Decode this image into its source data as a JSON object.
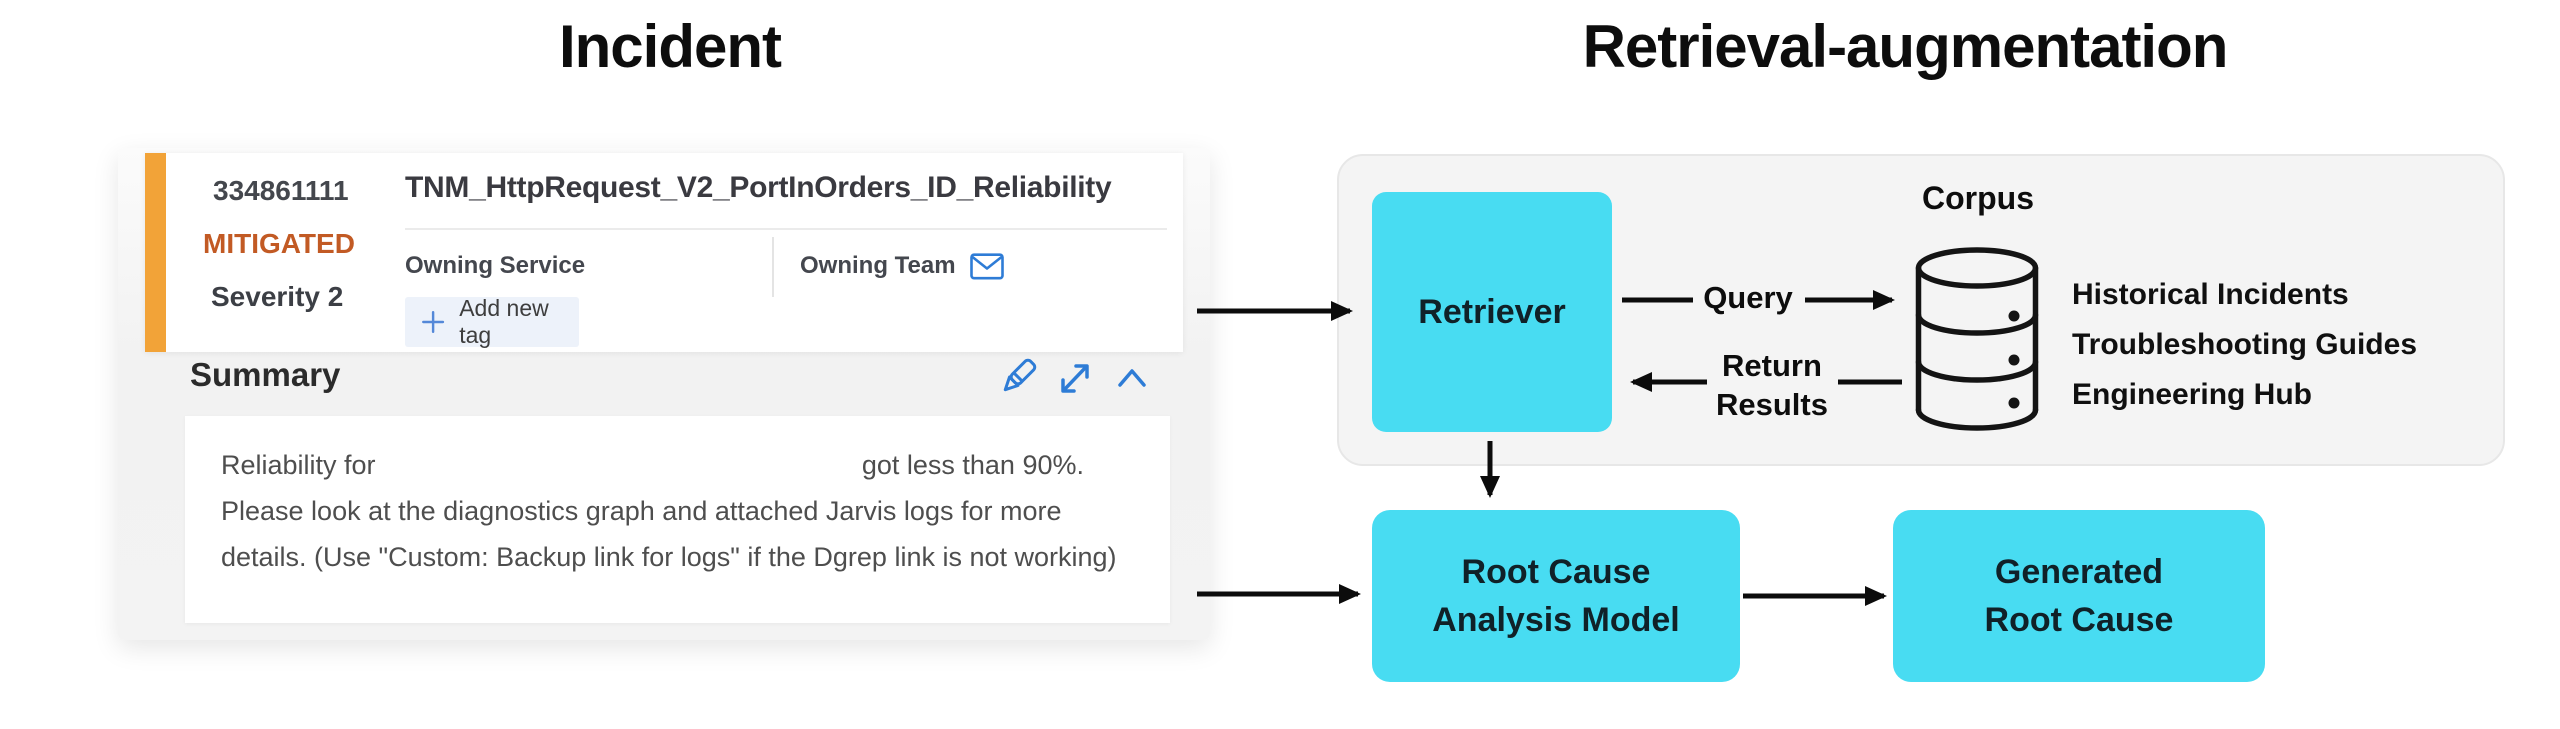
{
  "titles": {
    "left": "Incident",
    "right": "Retrieval-augmentation"
  },
  "incident": {
    "id": "334861111",
    "status": "MITIGATED",
    "severity": "Severity 2",
    "title": "TNM_HttpRequest_V2_PortInOrders_ID_Reliability",
    "owning_service_label": "Owning Service",
    "owning_team_label": "Owning Team",
    "add_tag_label": "Add new tag",
    "summary": {
      "heading": "Summary",
      "line1_left": "Reliability for",
      "line1_right": "got less than 90%.",
      "line2": "Please look at the diagnostics graph and attached Jarvis logs for more",
      "line3": "details. (Use \"Custom: Backup link for logs\" if the Dgrep link is not working)"
    }
  },
  "diagram": {
    "retriever_label": "Retriever",
    "corpus_label": "Corpus",
    "query_label": "Query",
    "return_label_line1": "Return",
    "return_label_line2": "Results",
    "corpus_items": [
      "Historical Incidents",
      "Troubleshooting Guides",
      "Engineering Hub"
    ],
    "rca_line1": "Root Cause",
    "rca_line2": "Analysis Model",
    "gen_line1": "Generated",
    "gen_line2": "Root Cause"
  },
  "colors": {
    "cyan": "#48DCF2",
    "orange_bar": "#F2A338",
    "mitigated": "#C25A24",
    "icon_blue": "#2E7CD6",
    "panel_gray": "#F3F3F3",
    "container_gray": "#F4F4F4",
    "arrow_black": "#0C0C0C"
  }
}
